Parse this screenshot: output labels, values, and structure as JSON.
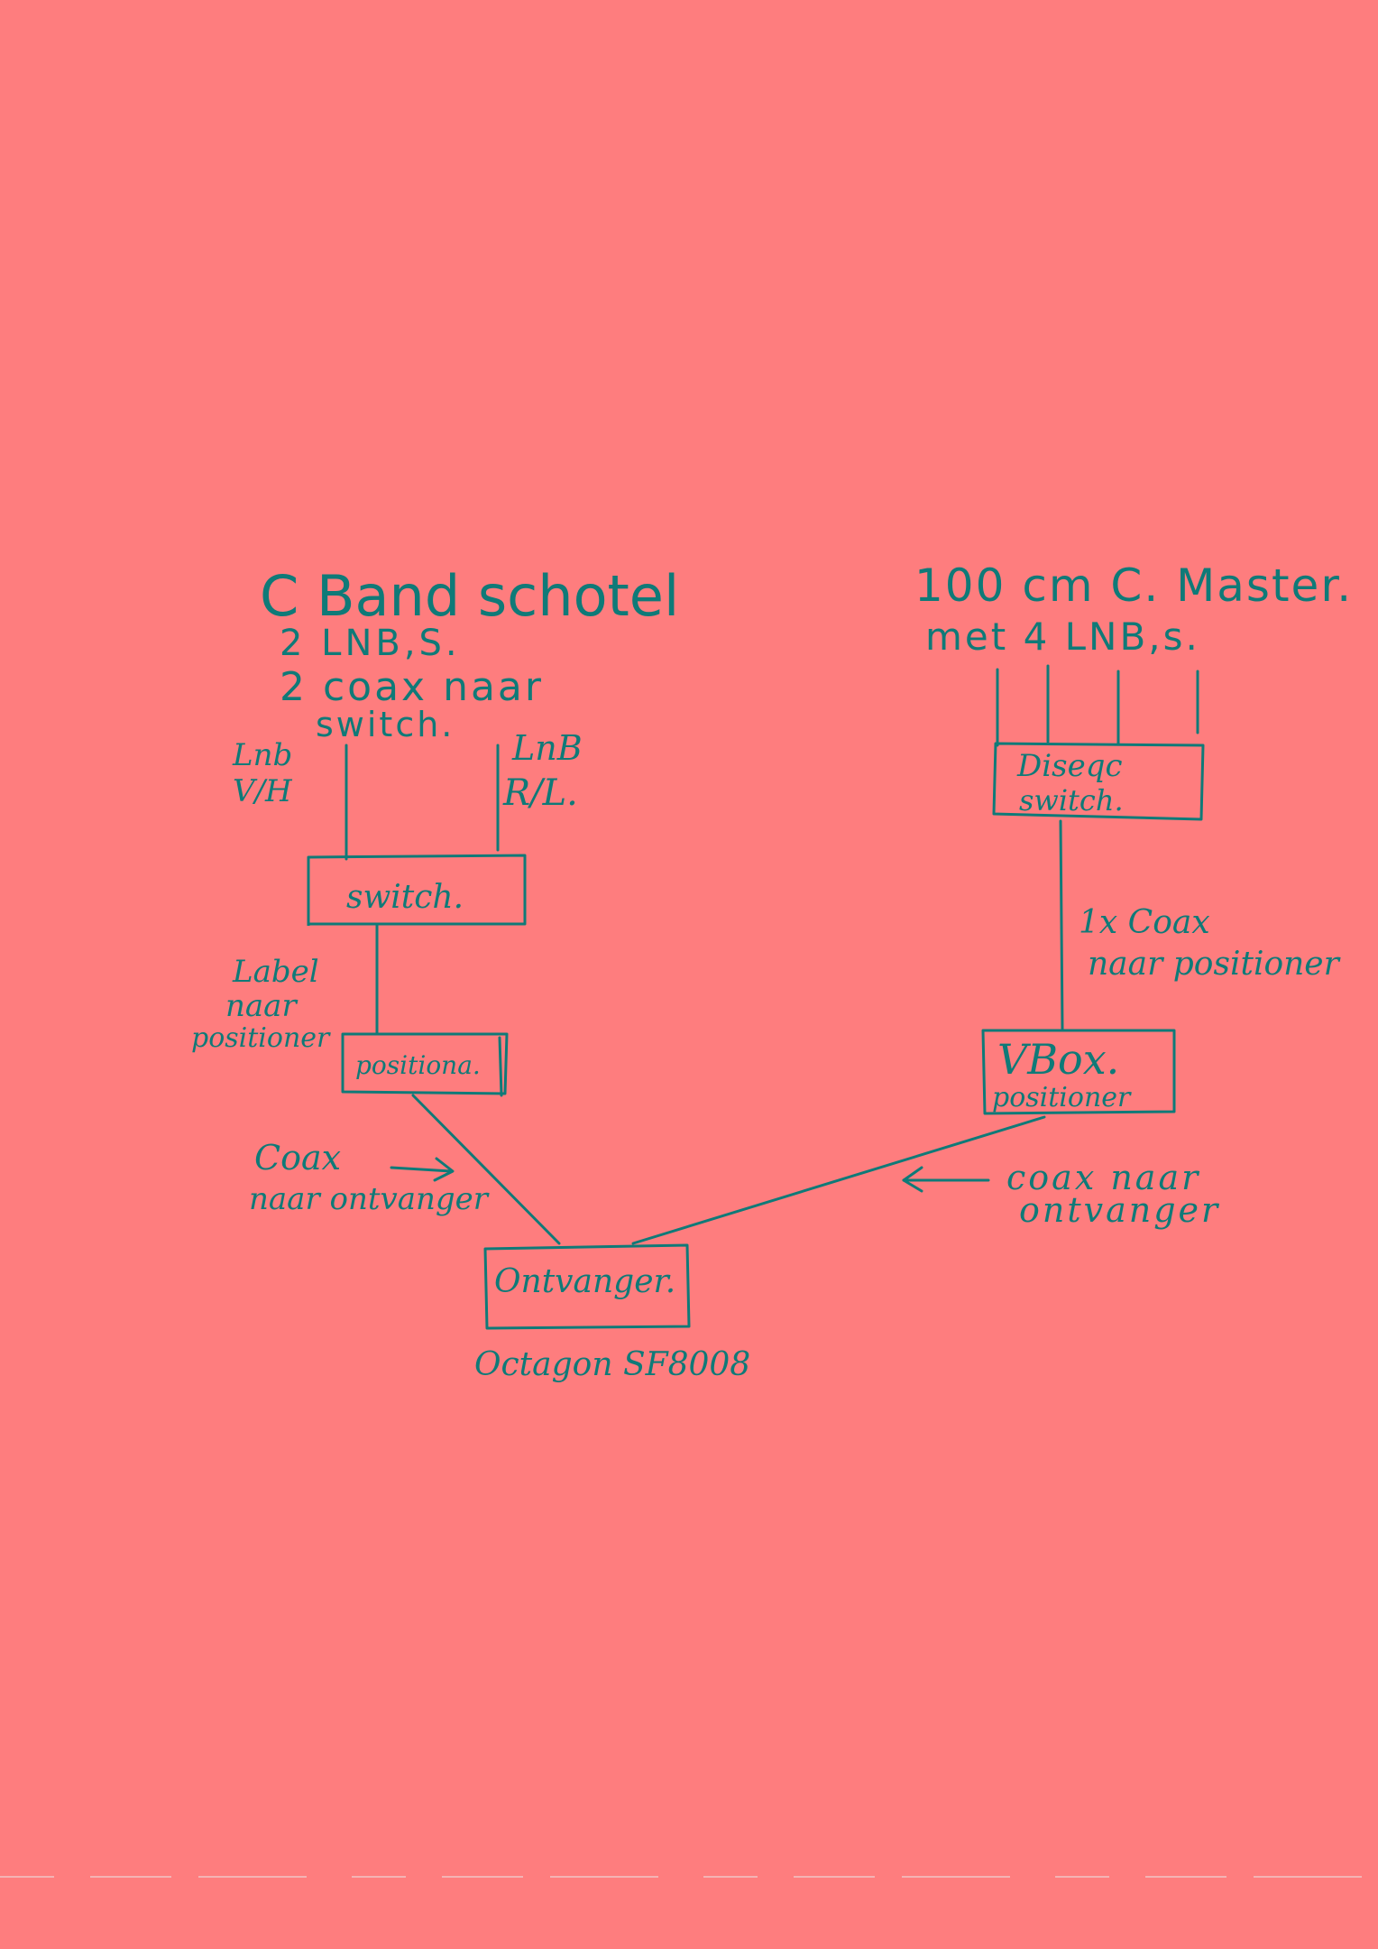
{
  "colors": {
    "paper": "#fe7d7e",
    "ink": "#0f7a78",
    "scan_rule": "#f4b3b4"
  },
  "left_dish": {
    "title": "C Band schotel",
    "line2": "2 LNB,S.",
    "line3": "2 coax naar",
    "line4": "switch."
  },
  "left_lnb_left": {
    "line1": "Lnb",
    "line2": "V/H"
  },
  "left_lnb_right": {
    "line1": "LnB",
    "line2": "R/L."
  },
  "switch_box": {
    "label": "switch."
  },
  "left_cable_note": {
    "line1": "Label",
    "line2": "naar",
    "line3": "positioner"
  },
  "left_positioner": {
    "label": "positiona."
  },
  "left_coax_note": {
    "line1": "Coax",
    "line2": "naar ontvanger"
  },
  "receiver": {
    "label": "Ontvanger.",
    "model": "Octagon SF8008"
  },
  "right_dish": {
    "line1": "100 cm  C. Master.",
    "line2": "met  4  LNB,s."
  },
  "diseqc": {
    "line1": "Diseqc",
    "line2": "switch."
  },
  "right_cable_note": {
    "line1": "1x Coax",
    "line2": "naar positioner"
  },
  "vbox": {
    "line1": "VBox.",
    "line2": "positioner"
  },
  "right_coax_note": {
    "line1": "coax  naar",
    "line2": "ontvanger"
  }
}
